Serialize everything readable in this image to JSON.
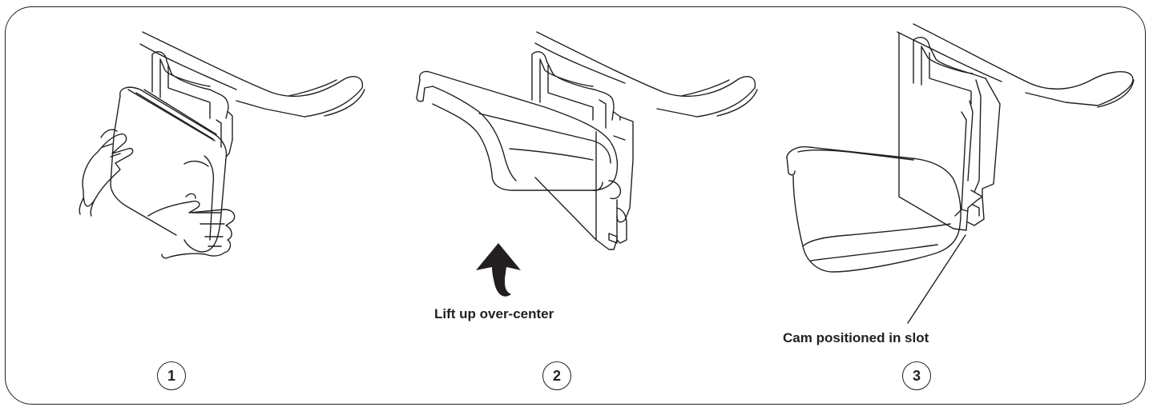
{
  "panels": [
    {
      "step": "1"
    },
    {
      "step": "2",
      "caption": "Lift up over-center"
    },
    {
      "step": "3",
      "caption": "Cam positioned in slot"
    }
  ],
  "colors": {
    "line": "#231f20",
    "background": "#ffffff",
    "arrow": "#231f20"
  }
}
